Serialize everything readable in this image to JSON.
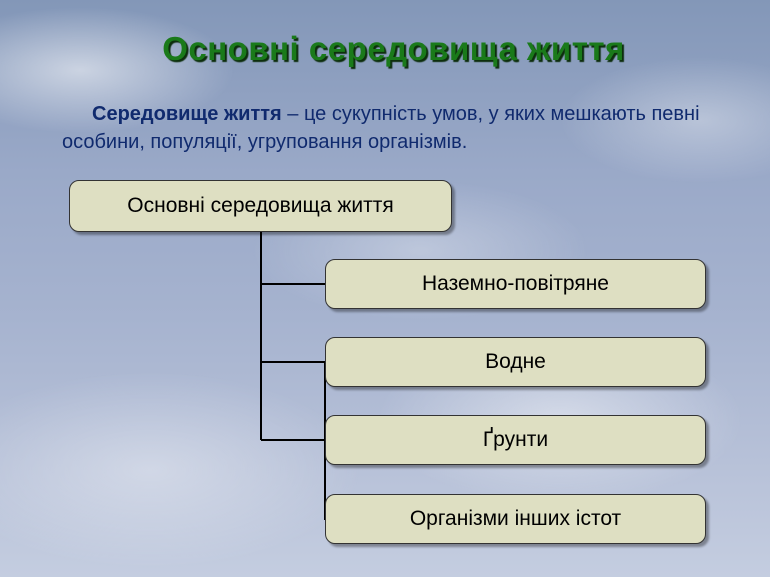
{
  "slide": {
    "title": "Основні середовища життя",
    "definition": {
      "term": "Середовище життя",
      "text": " – це сукупність умов, у яких мешкають певні особини, популяції, угруповання організмів."
    }
  },
  "diagram": {
    "root": "Основні середовища життя",
    "children": [
      "Наземно-повітряне",
      "Водне",
      "Ґрунти",
      "Організми інших істот"
    ]
  },
  "colors": {
    "title": "#1a7a1a",
    "definition_text": "#102a6e",
    "box_fill": "#dedfc2",
    "connector": "#000000"
  }
}
